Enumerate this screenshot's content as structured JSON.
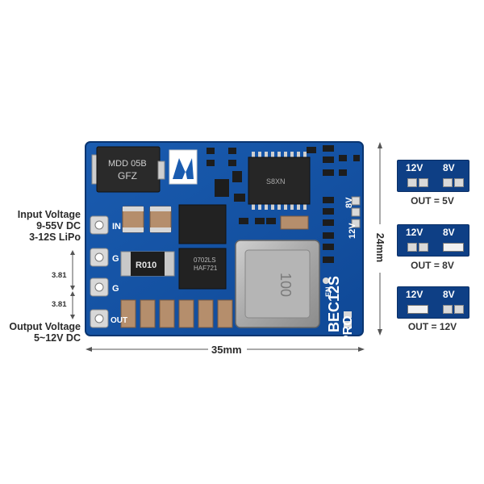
{
  "labels": {
    "input": [
      "Input Voltage",
      "9-55V DC",
      "3-12S LiPo"
    ],
    "output": [
      "Output Voltage",
      "5~12V DC"
    ],
    "pitch": [
      "3.81",
      "3.81"
    ],
    "width": "35mm",
    "height": "24mm"
  },
  "pcb": {
    "pads": [
      "IN",
      "G",
      "G",
      "OUT"
    ],
    "diode_text": [
      "MDD 05B",
      "GFZ"
    ],
    "resistor_text": "R010",
    "inductor_text": "100",
    "chip_text": "HAF721",
    "chip_text2": "0702LS",
    "ic_text": "S8XN",
    "silk": [
      "BEC12S",
      "PRO"
    ],
    "sel": [
      "8V",
      "12V"
    ],
    "en": "EN"
  },
  "jumpers": [
    {
      "v1": "12V",
      "v2": "8V",
      "caption": "OUT = 5V"
    },
    {
      "v1": "12V",
      "v2": "8V",
      "caption": "OUT = 8V"
    },
    {
      "v1": "12V",
      "v2": "8V",
      "caption": "OUT = 12V"
    }
  ],
  "colors": {
    "pcb": "#14509e",
    "pcb_dark": "#0e3f85",
    "copper": "#c9a45a"
  }
}
